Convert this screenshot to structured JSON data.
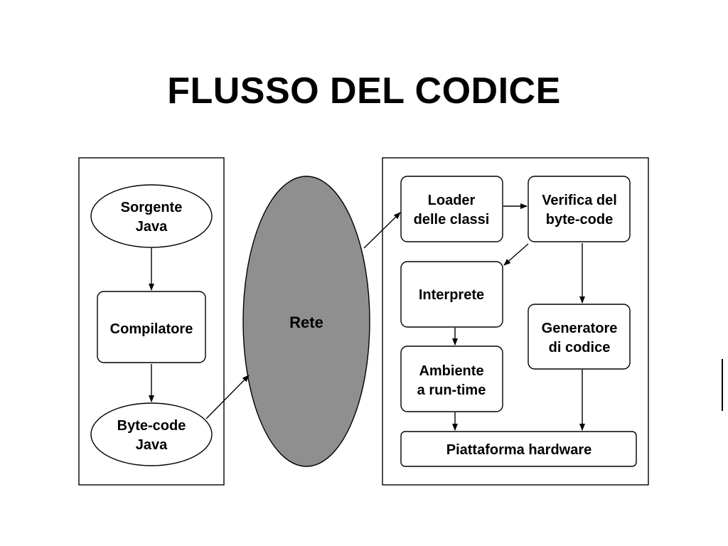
{
  "slide": {
    "title": "FLUSSO DEL CODICE"
  },
  "nodes": {
    "sorgente_java": [
      "Sorgente",
      "Java"
    ],
    "compilatore": [
      "Compilatore"
    ],
    "bytecode_java": [
      "Byte-code",
      "Java"
    ],
    "rete": [
      "Rete"
    ],
    "loader": [
      "Loader",
      "delle classi"
    ],
    "verifica": [
      "Verifica del",
      "byte-code"
    ],
    "interprete": [
      "Interprete"
    ],
    "generatore": [
      "Generatore",
      "di codice"
    ],
    "ambiente": [
      "Ambiente",
      "a run-time"
    ],
    "piattaforma": [
      "Piattaforma hardware"
    ]
  }
}
